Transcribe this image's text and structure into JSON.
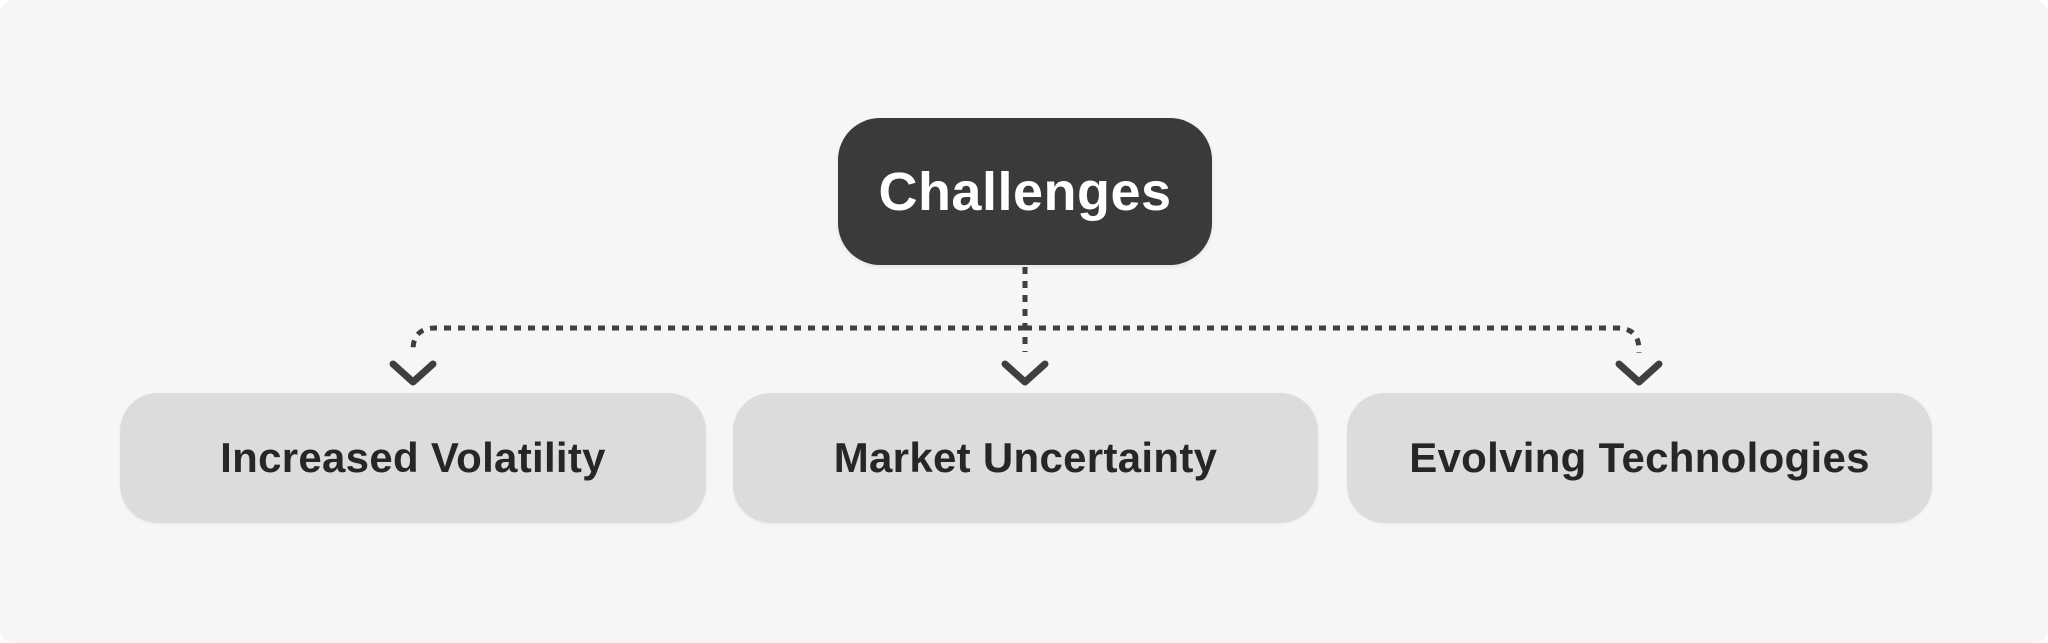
{
  "diagram": {
    "type": "flowchart",
    "root": {
      "label": "Challenges"
    },
    "children": [
      {
        "label": "Increased Volatility"
      },
      {
        "label": "Market Uncertainty"
      },
      {
        "label": "Evolving Technologies"
      }
    ],
    "connections": [
      {
        "from": "Challenges",
        "to": "Increased Volatility",
        "style": "dashed-arrow"
      },
      {
        "from": "Challenges",
        "to": "Market Uncertainty",
        "style": "dashed-arrow"
      },
      {
        "from": "Challenges",
        "to": "Evolving Technologies",
        "style": "dashed-arrow"
      }
    ],
    "colors": {
      "background": "#f6f6f4",
      "root_fill": "#3a3a3a",
      "root_text": "#ffffff",
      "child_fill": "#dcdcdc",
      "child_text": "#262626",
      "connector": "#3f3f3f"
    }
  }
}
